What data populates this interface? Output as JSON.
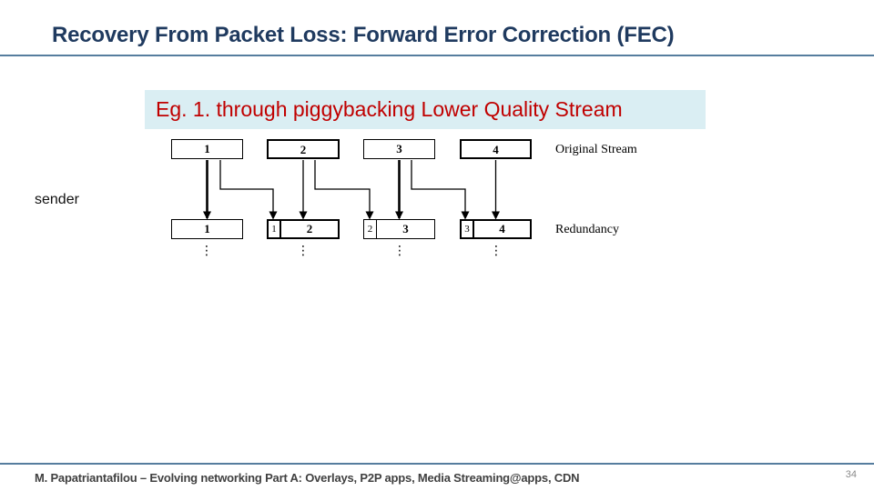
{
  "slide": {
    "title": "Recovery From Packet Loss: Forward Error Correction (FEC)",
    "subtitle": "Eg. 1. through piggybacking Lower Quality Stream",
    "footer": "M. Papatriantafilou –  Evolving networking Part A: Overlays, P2P apps, Media Streaming@apps, CDN",
    "page_number": "34"
  },
  "diagram": {
    "sender_label": "sender",
    "row_labels": {
      "top": "Original Stream",
      "bottom": "Redundancy"
    },
    "top_boxes": [
      "1",
      "2",
      "3",
      "4"
    ],
    "bottom_boxes": [
      {
        "main": "1"
      },
      {
        "piggyback": "1",
        "main": "2"
      },
      {
        "piggyback": "2",
        "main": "3"
      },
      {
        "piggyback": "3",
        "main": "4"
      }
    ],
    "ellipsis": "⋮"
  },
  "colors": {
    "title_text": "#1f3a5f",
    "accent_line": "#567d9e",
    "subtitle_bg": "#daeef3",
    "subtitle_text": "#c00000",
    "footer_text": "#404040",
    "page_number": "#8b8b8b"
  }
}
